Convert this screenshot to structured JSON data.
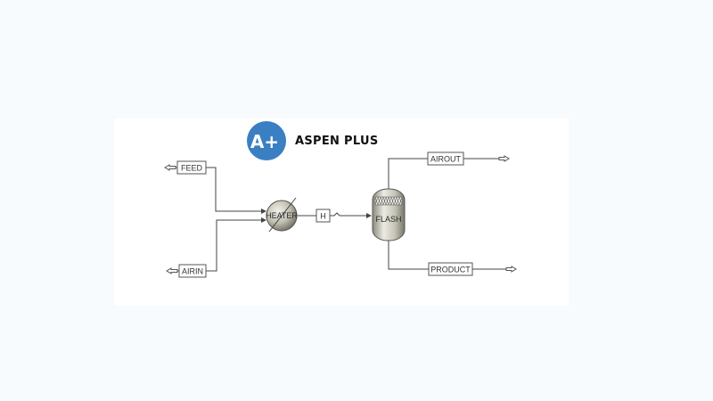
{
  "brand": {
    "logo_text": "A+",
    "name": "ASPEN PLUS",
    "color": "#3a7fc2"
  },
  "streams": {
    "feed": "FEED",
    "airin": "AIRIN",
    "h": "H",
    "airout": "AIROUT",
    "product": "PRODUCT"
  },
  "blocks": {
    "heater": "HEATER",
    "flash": "FLASH"
  },
  "colors": {
    "canvas": "#ffffff",
    "background": "#f8fbfd",
    "line": "#444444",
    "vessel": "#c8c7b8"
  }
}
